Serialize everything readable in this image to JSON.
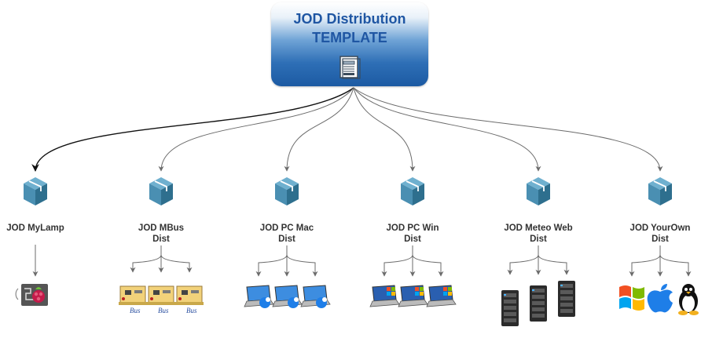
{
  "root": {
    "title": "JOD Distribution",
    "subtitle": "TEMPLATE",
    "icon": "template-document-icon"
  },
  "nodes": [
    {
      "id": "mylamp",
      "label": "JOD MyLamp",
      "icon": "package-cube-icon",
      "targets": [
        "raspberry-pi-board-icon"
      ]
    },
    {
      "id": "mbus",
      "label": "JOD MBus\nDist",
      "icon": "package-cube-icon",
      "targets": [
        "mbus-board-icon",
        "mbus-board-icon",
        "mbus-board-icon"
      ],
      "target_text": "Bus"
    },
    {
      "id": "pcmac",
      "label": "JOD PC Mac\nDist",
      "icon": "package-cube-icon",
      "targets": [
        "mac-laptop-icon",
        "mac-laptop-icon",
        "mac-laptop-icon"
      ]
    },
    {
      "id": "pcwin",
      "label": "JOD PC Win\nDist",
      "icon": "package-cube-icon",
      "targets": [
        "windows-laptop-icon",
        "windows-laptop-icon",
        "windows-laptop-icon"
      ]
    },
    {
      "id": "meteo",
      "label": "JOD Meteo Web\nDist",
      "icon": "package-cube-icon",
      "targets": [
        "server-tower-icon",
        "server-tower-icon",
        "server-tower-icon"
      ]
    },
    {
      "id": "yourown",
      "label": "JOD YourOwn\nDist",
      "icon": "package-cube-icon",
      "targets": [
        "windows-logo-icon",
        "apple-logo-icon",
        "linux-penguin-icon"
      ]
    }
  ],
  "colors": {
    "root_text": "#1f56a3",
    "connector": "#6b6b6b",
    "connector_highlight": "#111111",
    "cube_dark": "#2e6f8e",
    "cube_light": "#6fb0cf"
  }
}
